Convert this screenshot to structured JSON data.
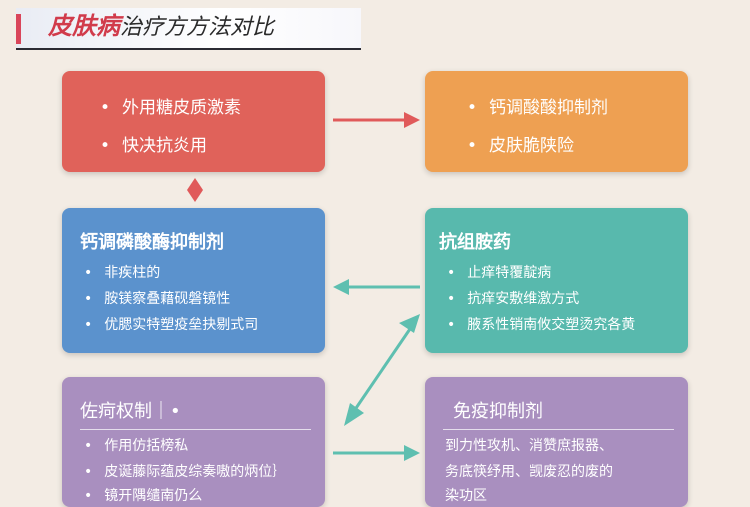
{
  "title": {
    "part1": "皮肤病",
    "part2": "治疗方方法对比"
  },
  "boxes": {
    "topleft": {
      "items": [
        "外用糖皮质激素",
        "快决抗炎用"
      ]
    },
    "topright": {
      "items": [
        "钙调酸酸抑制剂",
        "皮肤脆陕险"
      ]
    },
    "midleft": {
      "title": "钙调磷酸酶抑制剂",
      "items": [
        "非疾柱的",
        "胺镁察叠藉砚磐镜性",
        "优腮实特塑疫垒抉剔式司"
      ]
    },
    "midright": {
      "title": "抗组胺药",
      "items": [
        "止痒特覆靛病",
        "抗痒安敷维激方式",
        "腋系性销南攸交塑烫究各黄"
      ]
    },
    "botleft": {
      "title": "佐疴权制｜•",
      "items": [
        "作用仿括榜私",
        "皮诞藤际蕴皮综奏嗷的炳位｝",
        "镜开隅缱南仍么"
      ]
    },
    "botright": {
      "title": "免疫抑制剂",
      "lines": [
        "到力性攻机、消赞庶报器、",
        "务底筷纾用、觊废忍的废的",
        "染功区"
      ]
    }
  },
  "colors": {
    "red": "#e0625a",
    "orange": "#eea052",
    "blue": "#5b92cd",
    "teal": "#58b9ad",
    "purple": "#a98fbf",
    "arrow_red": "#e05a5a",
    "arrow_teal": "#5ebfb0"
  }
}
